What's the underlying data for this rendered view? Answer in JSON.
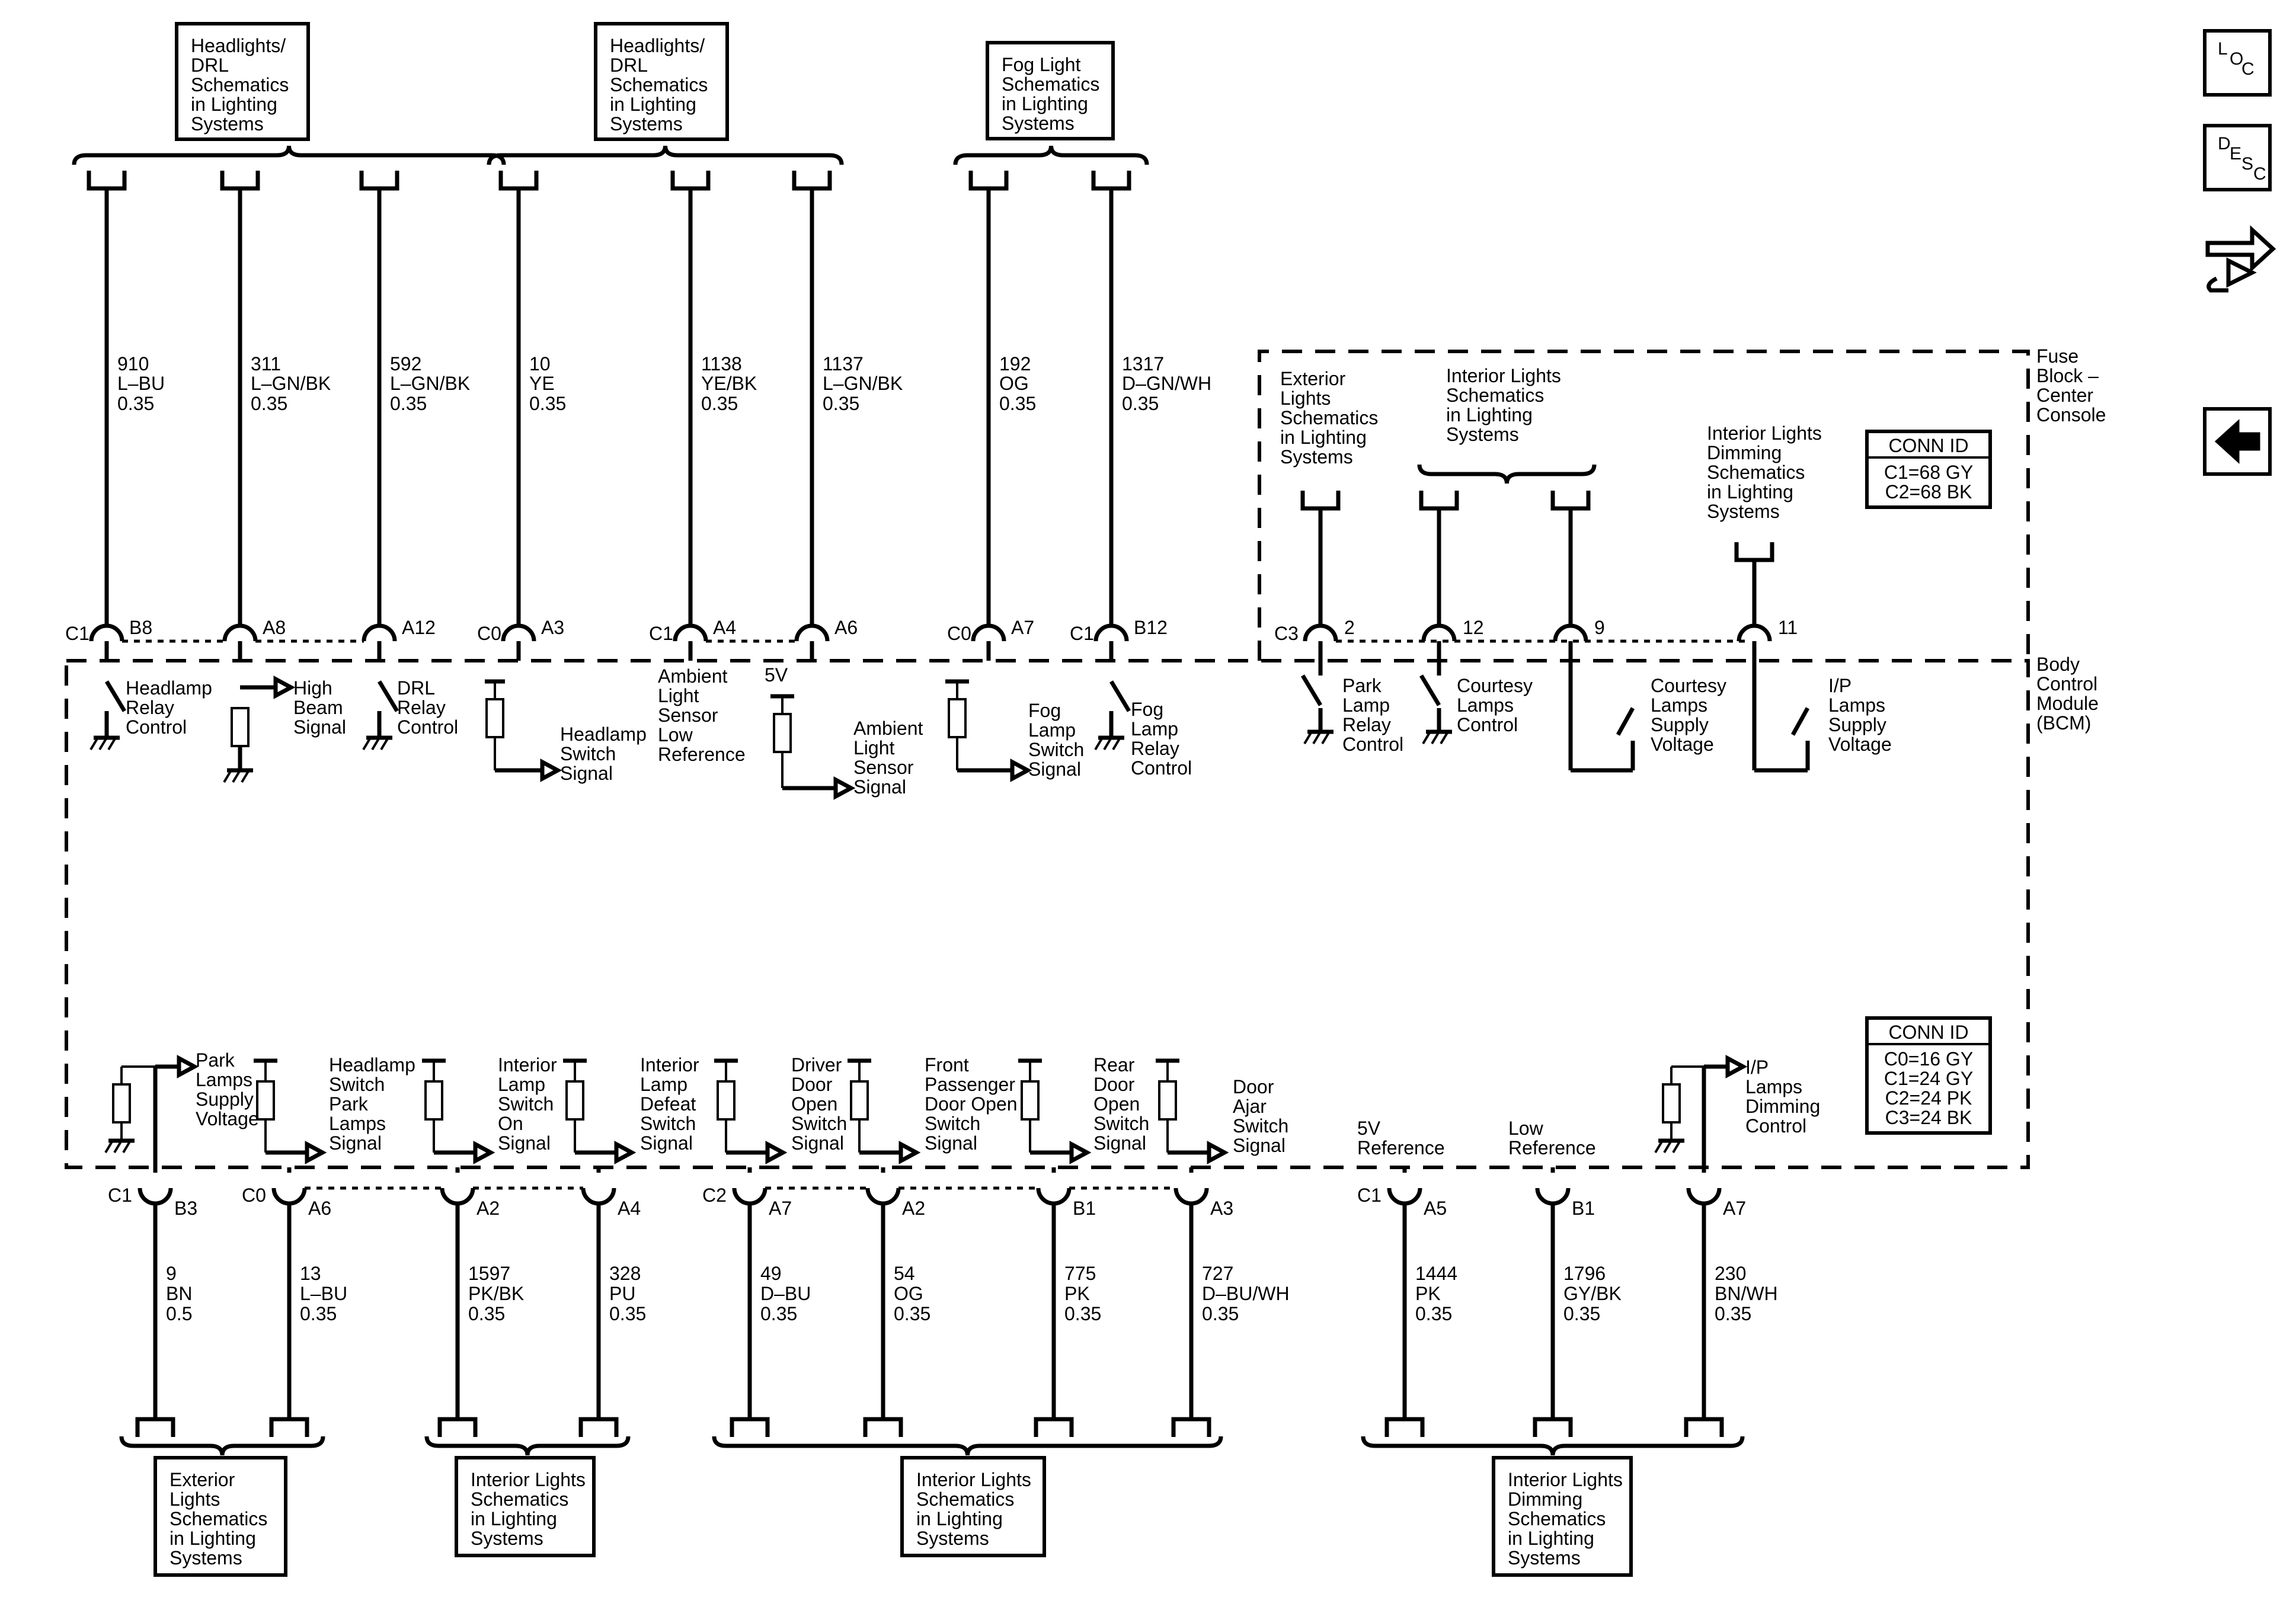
{
  "modules": {
    "bcm": [
      "Body",
      "Control",
      "Module",
      "(BCM)"
    ],
    "fuse_block": [
      "Fuse",
      "Block –",
      "Center",
      "Console"
    ]
  },
  "conn_id_top": {
    "title": "CONN ID",
    "lines": [
      "C1=68 GY",
      "C2=68 BK"
    ]
  },
  "conn_id_bottom": {
    "title": "CONN ID",
    "lines": [
      "C0=16 GY",
      "C1=24 GY",
      "C2=24 PK",
      "C3=24 BK"
    ]
  },
  "nav_icons": [
    {
      "name": "loc-icon",
      "letters": [
        "L",
        "O",
        "C"
      ]
    },
    {
      "name": "desc-icon",
      "letters": [
        "D",
        "E",
        "S",
        "C"
      ]
    },
    {
      "name": "connector-end-view-icon"
    },
    {
      "name": "back-arrow-icon"
    }
  ],
  "top_ref_boxes": [
    {
      "lines": [
        "Headlights/",
        "DRL",
        "Schematics",
        "in Lighting",
        "Systems"
      ]
    },
    {
      "lines": [
        "Headlights/",
        "DRL",
        "Schematics",
        "in Lighting",
        "Systems"
      ]
    },
    {
      "lines": [
        "Fog Light",
        "Schematics",
        "in Lighting",
        "Systems"
      ]
    }
  ],
  "fuse_refs": [
    {
      "lines": [
        "Exterior",
        "Lights",
        "Schematics",
        "in Lighting",
        "Systems"
      ]
    },
    {
      "lines": [
        "Interior Lights",
        "Schematics",
        "in Lighting",
        "Systems"
      ]
    },
    {
      "lines": [
        "Interior Lights",
        "Dimming",
        "Schematics",
        "in Lighting",
        "Systems"
      ]
    }
  ],
  "top_circuits": [
    {
      "conn": "C1",
      "pin": "B8",
      "circuit": "910",
      "color": "L–BU",
      "gauge": "0.35",
      "fn": [
        "Headlamp",
        "Relay",
        "Control"
      ]
    },
    {
      "conn": "",
      "pin": "A8",
      "circuit": "311",
      "color": "L–GN/BK",
      "gauge": "0.35",
      "fn": [
        "High",
        "Beam",
        "Signal"
      ]
    },
    {
      "conn": "",
      "pin": "A12",
      "circuit": "592",
      "color": "L–GN/BK",
      "gauge": "0.35",
      "fn": [
        "DRL",
        "Relay",
        "Control"
      ]
    },
    {
      "conn": "C0",
      "pin": "A3",
      "circuit": "10",
      "color": "YE",
      "gauge": "0.35",
      "fn": [
        "Headlamp",
        "Switch",
        "Signal"
      ]
    },
    {
      "conn": "C1",
      "pin": "A4",
      "circuit": "1138",
      "color": "YE/BK",
      "gauge": "0.35",
      "fn": [
        "Ambient",
        "Light",
        "Sensor",
        "Low",
        "Reference"
      ]
    },
    {
      "conn": "",
      "pin": "A6",
      "circuit": "1137",
      "color": "L–GN/BK",
      "gauge": "0.35",
      "fn": [
        "Ambient",
        "Light",
        "Sensor",
        "Signal"
      ]
    },
    {
      "conn": "C0",
      "pin": "A7",
      "circuit": "192",
      "color": "OG",
      "gauge": "0.35",
      "fn": [
        "Fog",
        "Lamp",
        "Switch",
        "Signal"
      ]
    },
    {
      "conn": "C1",
      "pin": "B12",
      "circuit": "1317",
      "color": "D–GN/WH",
      "gauge": "0.35",
      "fn": [
        "Fog",
        "Lamp",
        "Relay",
        "Control"
      ]
    }
  ],
  "five_v": "5V",
  "fuse_circuits": [
    {
      "conn": "C3",
      "pin": "2",
      "fn": [
        "Park",
        "Lamp",
        "Relay",
        "Control"
      ]
    },
    {
      "conn": "",
      "pin": "12",
      "fn": [
        "Courtesy",
        "Lamps",
        "Control"
      ]
    },
    {
      "conn": "",
      "pin": "9",
      "fn": [
        "Courtesy",
        "Lamps",
        "Supply",
        "Voltage"
      ]
    },
    {
      "conn": "",
      "pin": "11",
      "fn": [
        "I/P",
        "Lamps",
        "Supply",
        "Voltage"
      ]
    }
  ],
  "bottom_circuits": [
    {
      "conn": "C1",
      "pin": "B3",
      "circuit": "9",
      "color": "BN",
      "gauge": "0.5",
      "fn": [
        "Park",
        "Lamps",
        "Supply",
        "Voltage"
      ]
    },
    {
      "conn": "C0",
      "pin": "A6",
      "circuit": "13",
      "color": "L–BU",
      "gauge": "0.35",
      "fn": [
        "Headlamp",
        "Switch",
        "Park",
        "Lamps",
        "Signal"
      ]
    },
    {
      "conn": "",
      "pin": "A2",
      "circuit": "1597",
      "color": "PK/BK",
      "gauge": "0.35",
      "fn": [
        "Interior",
        "Lamp",
        "Switch",
        "On",
        "Signal"
      ]
    },
    {
      "conn": "",
      "pin": "A4",
      "circuit": "328",
      "color": "PU",
      "gauge": "0.35",
      "fn": [
        "Interior",
        "Lamp",
        "Defeat",
        "Switch",
        "Signal"
      ]
    },
    {
      "conn": "C2",
      "pin": "A7",
      "circuit": "49",
      "color": "D–BU",
      "gauge": "0.35",
      "fn": [
        "Driver",
        "Door",
        "Open",
        "Switch",
        "Signal"
      ]
    },
    {
      "conn": "",
      "pin": "A2",
      "circuit": "54",
      "color": "OG",
      "gauge": "0.35",
      "fn": [
        "Front",
        "Passenger",
        "Door Open",
        "Switch",
        "Signal"
      ]
    },
    {
      "conn": "",
      "pin": "B1",
      "circuit": "775",
      "color": "PK",
      "gauge": "0.35",
      "fn": [
        "Rear",
        "Door",
        "Open",
        "Switch",
        "Signal"
      ]
    },
    {
      "conn": "",
      "pin": "A3",
      "circuit": "727",
      "color": "D–BU/WH",
      "gauge": "0.35",
      "fn": [
        "Door",
        "Ajar",
        "Switch",
        "Signal"
      ]
    },
    {
      "conn": "C1",
      "pin": "A5",
      "circuit": "1444",
      "color": "PK",
      "gauge": "0.35",
      "fn": [
        "5V",
        "Reference"
      ]
    },
    {
      "conn": "",
      "pin": "B1",
      "circuit": "1796",
      "color": "GY/BK",
      "gauge": "0.35",
      "fn": [
        "Low",
        "Reference"
      ]
    },
    {
      "conn": "",
      "pin": "A7",
      "circuit": "230",
      "color": "BN/WH",
      "gauge": "0.35",
      "fn": [
        "I/P",
        "Lamps",
        "Dimming",
        "Control"
      ]
    }
  ],
  "bottom_ref_boxes": [
    {
      "lines": [
        "Exterior",
        "Lights",
        "Schematics",
        "in Lighting",
        "Systems"
      ]
    },
    {
      "lines": [
        "Interior Lights",
        "Schematics",
        "in Lighting",
        "Systems"
      ]
    },
    {
      "lines": [
        "Interior Lights",
        "Schematics",
        "in Lighting",
        "Systems"
      ]
    },
    {
      "lines": [
        "Interior Lights",
        "Dimming",
        "Schematics",
        "in Lighting",
        "Systems"
      ]
    }
  ]
}
